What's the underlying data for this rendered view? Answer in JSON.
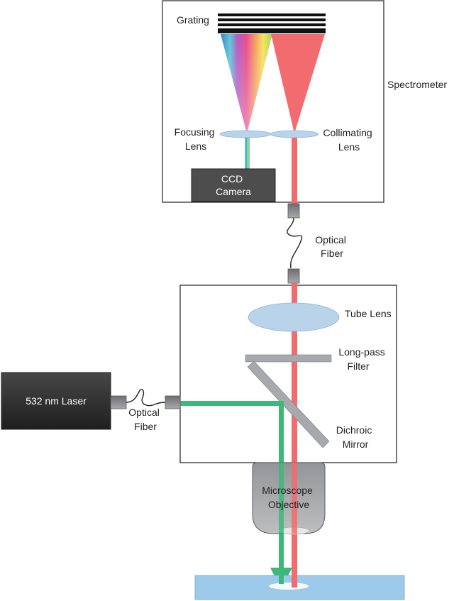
{
  "labels": {
    "grating": "Grating",
    "spectrometer": "Spectrometer",
    "focusing_lens": [
      "Focusing",
      "Lens"
    ],
    "collimating_lens": [
      "Collimating",
      "Lens"
    ],
    "ccd_camera": [
      "CCD",
      "Camera"
    ],
    "optical_fiber_top": [
      "Optical",
      "Fiber"
    ],
    "tube_lens": "Tube Lens",
    "long_pass_filter": [
      "Long-pass",
      "Filter"
    ],
    "laser": "532 nm Laser",
    "optical_fiber_left": [
      "Optical",
      "Fiber"
    ],
    "dichroic_mirror": [
      "Dichroic",
      "Mirror"
    ],
    "microscope_objective": [
      "Microscope",
      "Objective"
    ]
  },
  "colors": {
    "raman_beam": "#f26b6f",
    "laser_beam": "#3cb878",
    "lens_fill": "#b9d3ea",
    "ccd_body": "#4d4d4d",
    "laser_body": "#3a3a3a",
    "optic_gray": "#a7a9ac",
    "sample": "#9dc9ea"
  }
}
